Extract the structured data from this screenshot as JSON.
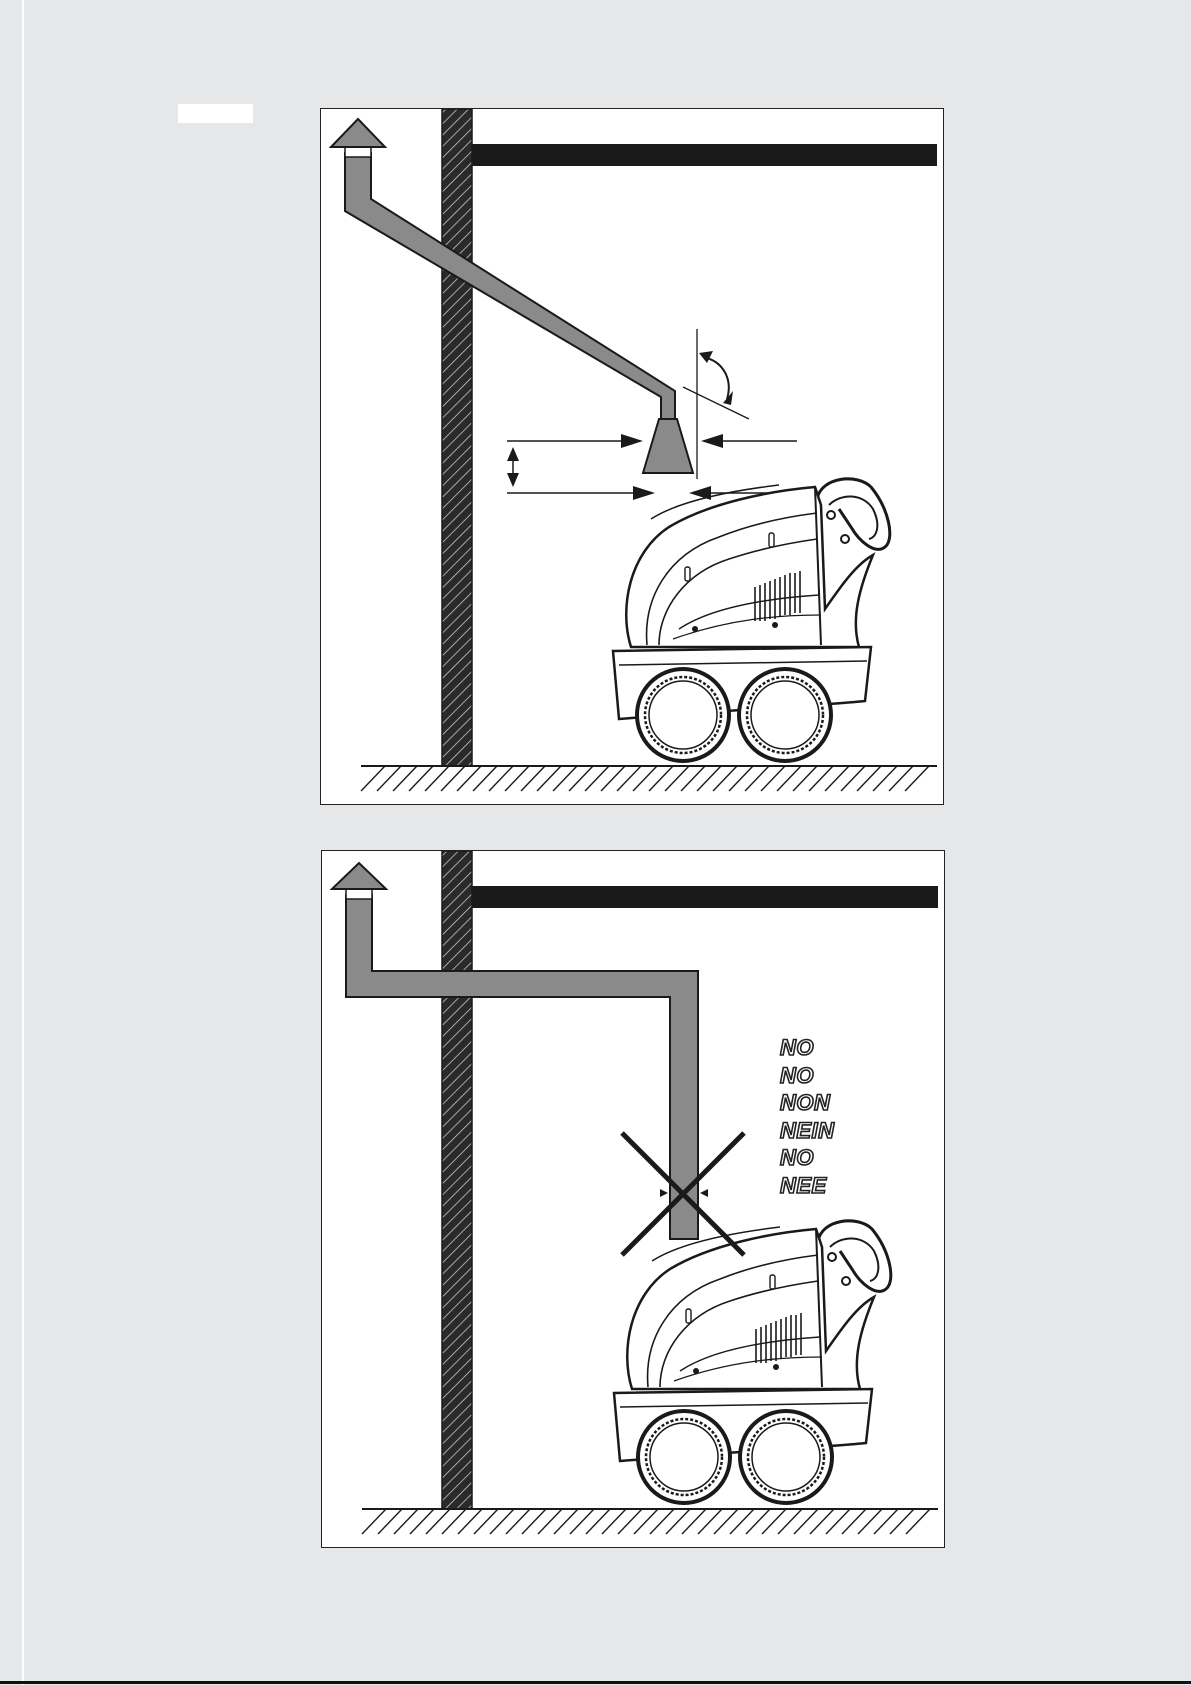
{
  "page": {
    "background": "#e6e7e9"
  },
  "figure_correct": {
    "icons": [
      "vent-cap-icon",
      "chimney-wall",
      "flue-pipe",
      "flue-hood",
      "pressure-washer",
      "floor"
    ],
    "colors": {
      "pipe": "#8a8a8a",
      "wall": "#2a2a2a",
      "line": "#1a1a1a"
    }
  },
  "figure_incorrect": {
    "warning_words": [
      "NO",
      "NO",
      "NON",
      "NEIN",
      "NO",
      "NEE"
    ],
    "icons": [
      "vent-cap-icon",
      "chimney-wall",
      "flue-pipe",
      "cross-mark-icon",
      "pressure-washer",
      "floor"
    ],
    "colors": {
      "pipe": "#8a8a8a",
      "wall": "#2a2a2a",
      "cross": "#1a1a1a"
    }
  }
}
